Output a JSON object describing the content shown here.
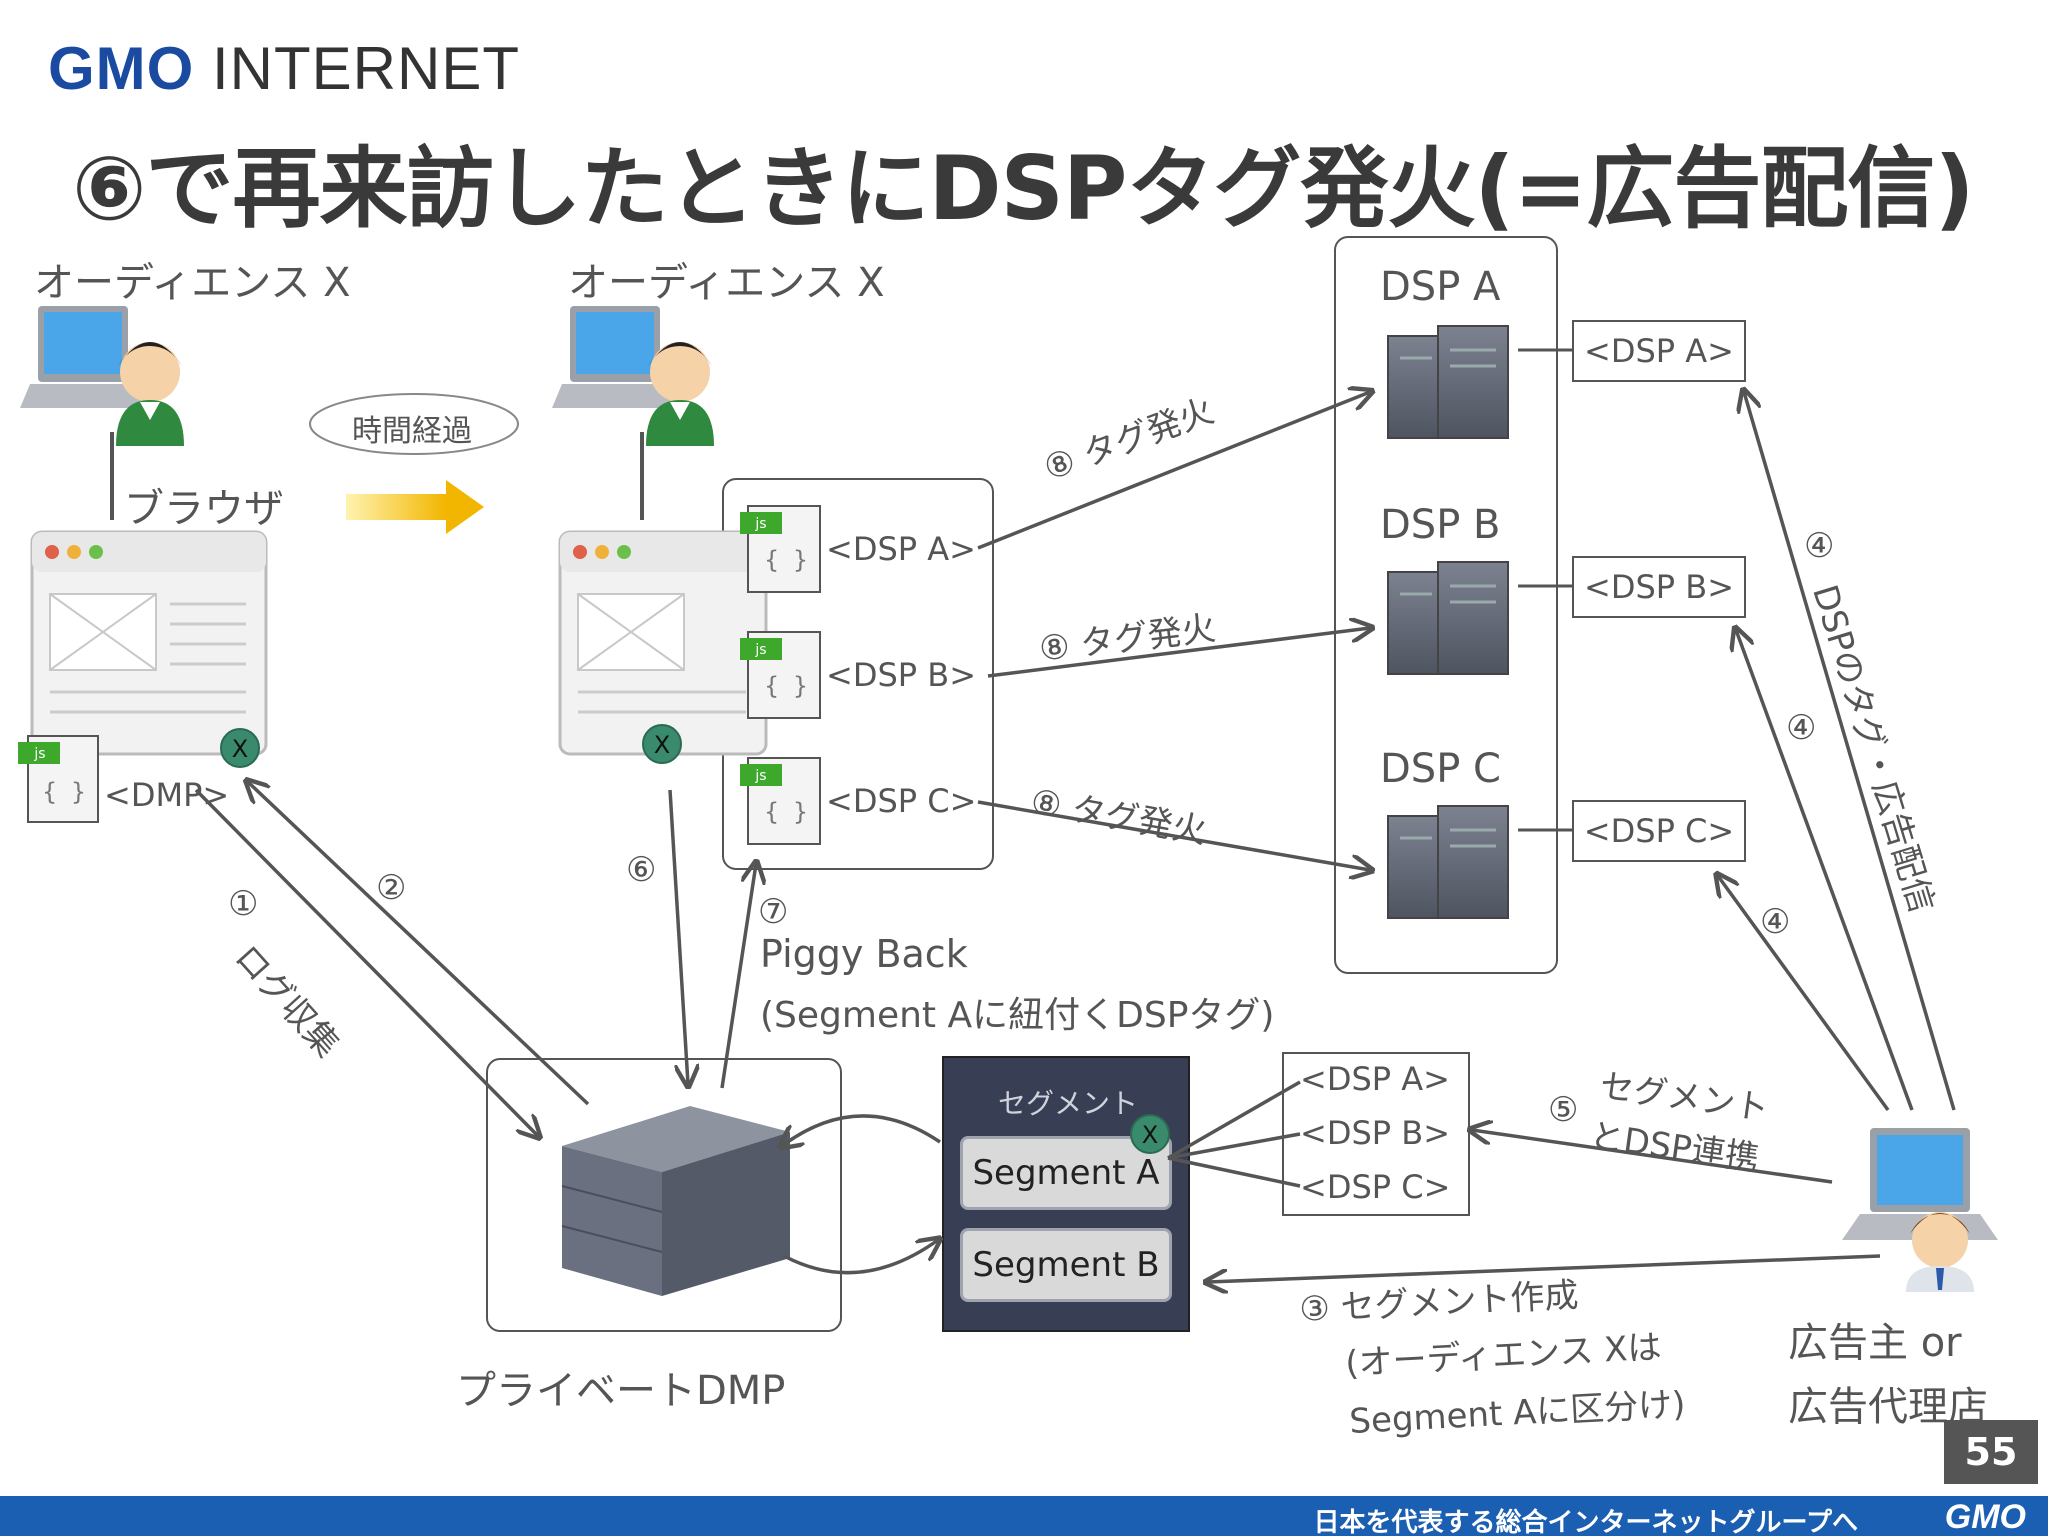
{
  "header": {
    "logo_gmo": "GMO",
    "logo_internet": "INTERNET",
    "title": "⑥で再来訪したときにDSPタグ発火(=広告配信)"
  },
  "left_user": {
    "label": "オーディエンス X",
    "browser_label": "ブラウザ",
    "dmp_tag": "<DMP>"
  },
  "right_user": {
    "label": "オーディエンス X"
  },
  "transition": {
    "bubble": "時間経過"
  },
  "tag_group": {
    "tags": [
      "<DSP A>",
      "<DSP B>",
      "<DSP C>"
    ]
  },
  "dsp_servers": {
    "names": [
      "DSP A",
      "DSP B",
      "DSP C"
    ]
  },
  "dsp_tag_boxes": [
    "<DSP A>",
    "<DSP B>",
    "<DSP C>"
  ],
  "fire_labels": [
    "⑧ タグ発火",
    "⑧ タグ発火",
    "⑧ タグ発火"
  ],
  "steps": {
    "s1": "①",
    "s1_text": "ログ収集",
    "s2": "②",
    "s6": "⑥",
    "s7": "⑦",
    "piggy_line1": "Piggy Back",
    "piggy_line2": "(Segment Aに紐付くDSPタグ)",
    "s4": "④",
    "s4_vertical": "DSPのタグ・広告配信",
    "s5": "⑤",
    "s5_line1": "セグメント",
    "s5_line2": "とDSP連携",
    "s3_line1": "③ セグメント作成",
    "s3_line2": "(オーディエンス Xは",
    "s3_line3": "Segment Aに区分け)"
  },
  "dmp": {
    "label": "プライベートDMP"
  },
  "segments": {
    "header": "セグメント",
    "items": [
      "Segment A",
      "Segment B"
    ]
  },
  "segment_tags": [
    "<DSP A>",
    "<DSP B>",
    "<DSP C>"
  ],
  "advertiser": {
    "line1": "広告主 or",
    "line2": "広告代理店"
  },
  "page_number": "55",
  "footer": {
    "tagline": "日本を代表する総合インターネットグループへ",
    "logo": "GMO"
  },
  "badge": "X",
  "colors": {
    "brand_blue": "#1b4ba1",
    "footer_blue": "#1b5fb3",
    "segment_panel": "#383e54",
    "badge_green": "#3a8a6e",
    "js_green": "#3da82b"
  }
}
